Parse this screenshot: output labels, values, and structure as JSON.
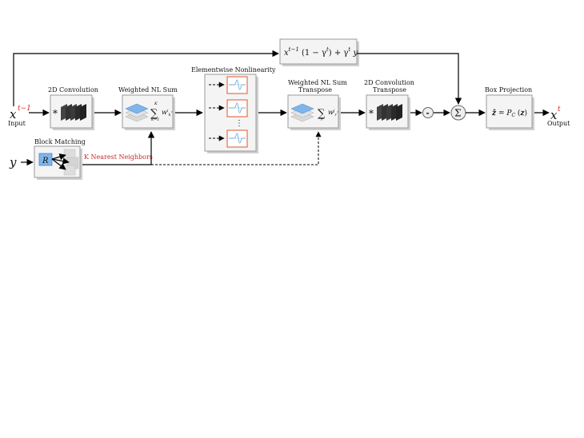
{
  "inputs": {
    "x_prev": "x",
    "x_prev_sup": "t−1",
    "input_label": "Input",
    "y": "y"
  },
  "output": {
    "x_out": "x",
    "x_out_sup": "t",
    "output_label": "Output"
  },
  "blocks": {
    "conv2d": "2D Convolution",
    "wnl_sum": "Weighted NL Sum",
    "nonlinearity": "Elementwise Nonlinearity",
    "wnl_sum_t_line1": "Weighted NL Sum",
    "wnl_sum_t_line2": "Transpose",
    "conv2d_t_line1": "2D Convolution",
    "conv2d_t_line2": "Transpose",
    "box_projection": "Box Projection",
    "block_matching": "Block Matching"
  },
  "annotations": {
    "knn": "K Nearest Neighbors",
    "minus": "-",
    "sum": "Σ",
    "conv_star": "*",
    "vdots": "⋮"
  },
  "formulas": {
    "top_update": "x^{t−1}(1 − γ^t) + γ^t y",
    "weighted_sum": "Σ_{k=1}^{K} w_k^i ·",
    "weighted_sum_t": "Σ_r w_r^j ·",
    "projection": "ẑ = P_C(z)",
    "block_r": "R"
  },
  "colors": {
    "accent_red": "#d62728",
    "nonlinearity_border": "#e0552a",
    "curve_blue": "#6aaee0",
    "block_blue": "#7fb5ea"
  }
}
